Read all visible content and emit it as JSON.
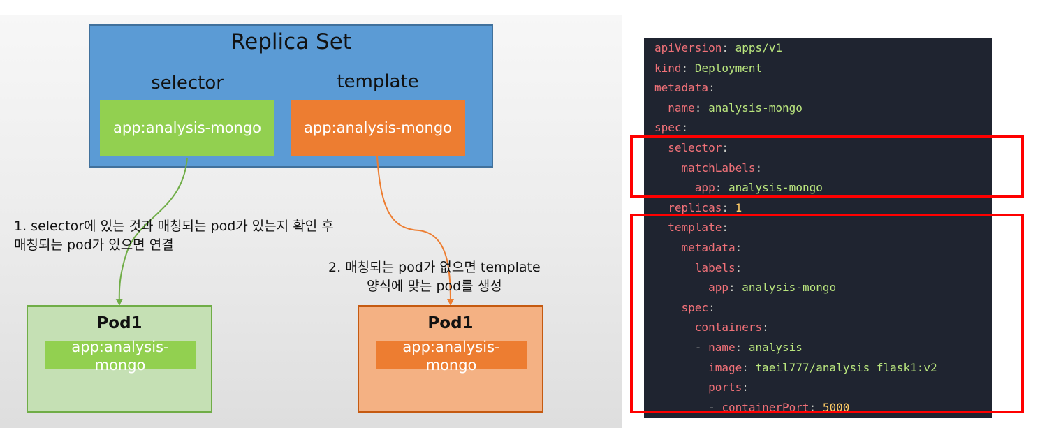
{
  "replica_set": {
    "title": "Replica Set",
    "selector_label": "selector",
    "template_label": "template",
    "selector_value": "app:analysis-mongo",
    "template_value": "app:analysis-mongo"
  },
  "notes": {
    "step1": "1. selector에 있는 것과 매칭되는 pod가 있는지 확인 후\n매칭되는 pod가 있으면 연결",
    "step2": "2. 매칭되는 pod가 없으면 template\n양식에 맞는 pod를 생성"
  },
  "pods": [
    {
      "title": "Pod1",
      "label": "app:analysis-\nmongo"
    },
    {
      "title": "Pod1",
      "label": "app:analysis-\nmongo"
    }
  ],
  "colors": {
    "replica_set_fill": "#5b9bd5",
    "selector_fill": "#92d050",
    "template_fill": "#ed7d31",
    "pod_green": "#c5e0b4",
    "pod_orange": "#f4b183",
    "highlight": "#ff0000",
    "code_bg": "#1f2430"
  },
  "yaml": [
    {
      "indent": 0,
      "key": "apiVersion",
      "value": "apps/v1"
    },
    {
      "indent": 0,
      "key": "kind",
      "value": "Deployment"
    },
    {
      "indent": 0,
      "key": "metadata",
      "value": ""
    },
    {
      "indent": 1,
      "key": "name",
      "value": "analysis-mongo"
    },
    {
      "indent": 0,
      "key": "spec",
      "value": ""
    },
    {
      "indent": 1,
      "key": "selector",
      "value": ""
    },
    {
      "indent": 2,
      "key": "matchLabels",
      "value": ""
    },
    {
      "indent": 3,
      "key": "app",
      "value": "analysis-mongo"
    },
    {
      "indent": 1,
      "key": "replicas",
      "value": "1",
      "numeric": true
    },
    {
      "indent": 1,
      "key": "template",
      "value": ""
    },
    {
      "indent": 2,
      "key": "metadata",
      "value": ""
    },
    {
      "indent": 3,
      "key": "labels",
      "value": ""
    },
    {
      "indent": 4,
      "key": "app",
      "value": "analysis-mongo"
    },
    {
      "indent": 2,
      "key": "spec",
      "value": ""
    },
    {
      "indent": 3,
      "key": "containers",
      "value": ""
    },
    {
      "indent": 3,
      "key": "name",
      "value": "analysis",
      "dash": true
    },
    {
      "indent": 4,
      "key": "image",
      "value": "taeil777/analysis_flask1:v2"
    },
    {
      "indent": 4,
      "key": "ports",
      "value": ""
    },
    {
      "indent": 4,
      "key": "containerPort",
      "value": "5000",
      "numeric": true,
      "dash": true
    }
  ]
}
